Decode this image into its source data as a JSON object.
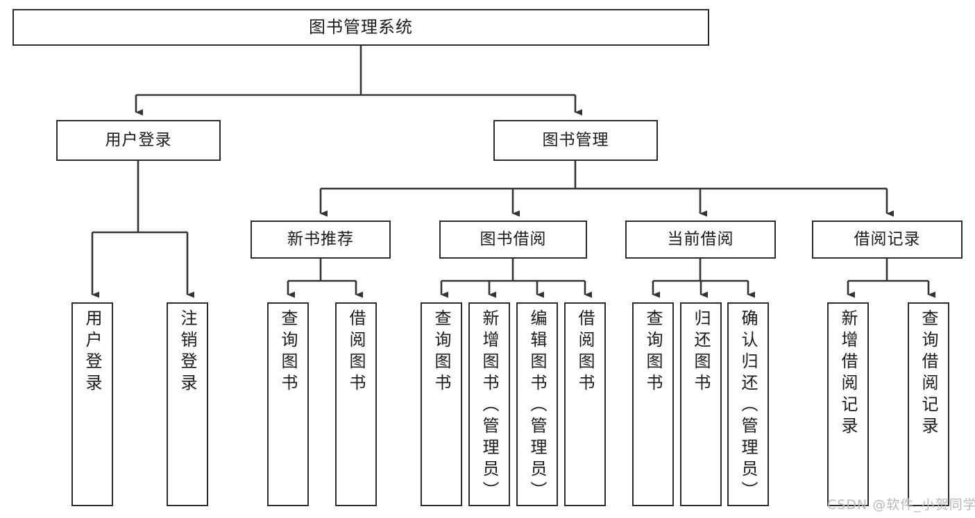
{
  "diagram": {
    "title": "图书管理系统",
    "type": "tree-hierarchy-chart",
    "colors": {
      "box_border": "#2b2b2b",
      "box_fill": "#ffffff",
      "edge": "#333333",
      "text": "#1a1a1a",
      "watermark": "#b9b9b9"
    },
    "levels": {
      "root": {
        "label": "图书管理系统"
      },
      "level2": [
        {
          "id": "user-login",
          "label": "用户登录"
        },
        {
          "id": "book-management",
          "label": "图书管理"
        }
      ],
      "level3": [
        {
          "id": "new-book-recommend",
          "label": "新书推荐",
          "parent": "book-management"
        },
        {
          "id": "book-borrow",
          "label": "图书借阅",
          "parent": "book-management"
        },
        {
          "id": "current-borrow",
          "label": "当前借阅",
          "parent": "book-management"
        },
        {
          "id": "borrow-record",
          "label": "借阅记录",
          "parent": "book-management"
        }
      ],
      "leaves": [
        {
          "id": "leaf-user-login",
          "label": "用户登录",
          "parent": "user-login"
        },
        {
          "id": "leaf-logout-login",
          "label": "注销登录",
          "parent": "user-login"
        },
        {
          "id": "leaf-query-book-1",
          "label": "查询图书",
          "parent": "new-book-recommend"
        },
        {
          "id": "leaf-borrow-book-1",
          "label": "借阅图书",
          "parent": "new-book-recommend"
        },
        {
          "id": "leaf-query-book-2",
          "label": "查询图书",
          "parent": "book-borrow"
        },
        {
          "id": "leaf-add-book",
          "label": "新增图书（管理员）",
          "parent": "book-borrow"
        },
        {
          "id": "leaf-edit-book",
          "label": "编辑图书（管理员）",
          "parent": "book-borrow"
        },
        {
          "id": "leaf-borrow-book-2",
          "label": "借阅图书",
          "parent": "book-borrow"
        },
        {
          "id": "leaf-query-book-3",
          "label": "查询图书",
          "parent": "current-borrow"
        },
        {
          "id": "leaf-return-book",
          "label": "归还图书",
          "parent": "current-borrow"
        },
        {
          "id": "leaf-confirm-return",
          "label": "确认归还（管理员）",
          "parent": "current-borrow"
        },
        {
          "id": "leaf-add-record",
          "label": "新增借阅记录",
          "parent": "borrow-record"
        },
        {
          "id": "leaf-query-record",
          "label": "查询借阅记录",
          "parent": "borrow-record"
        }
      ]
    },
    "watermark": "CSDN @软件_小贺同学"
  }
}
